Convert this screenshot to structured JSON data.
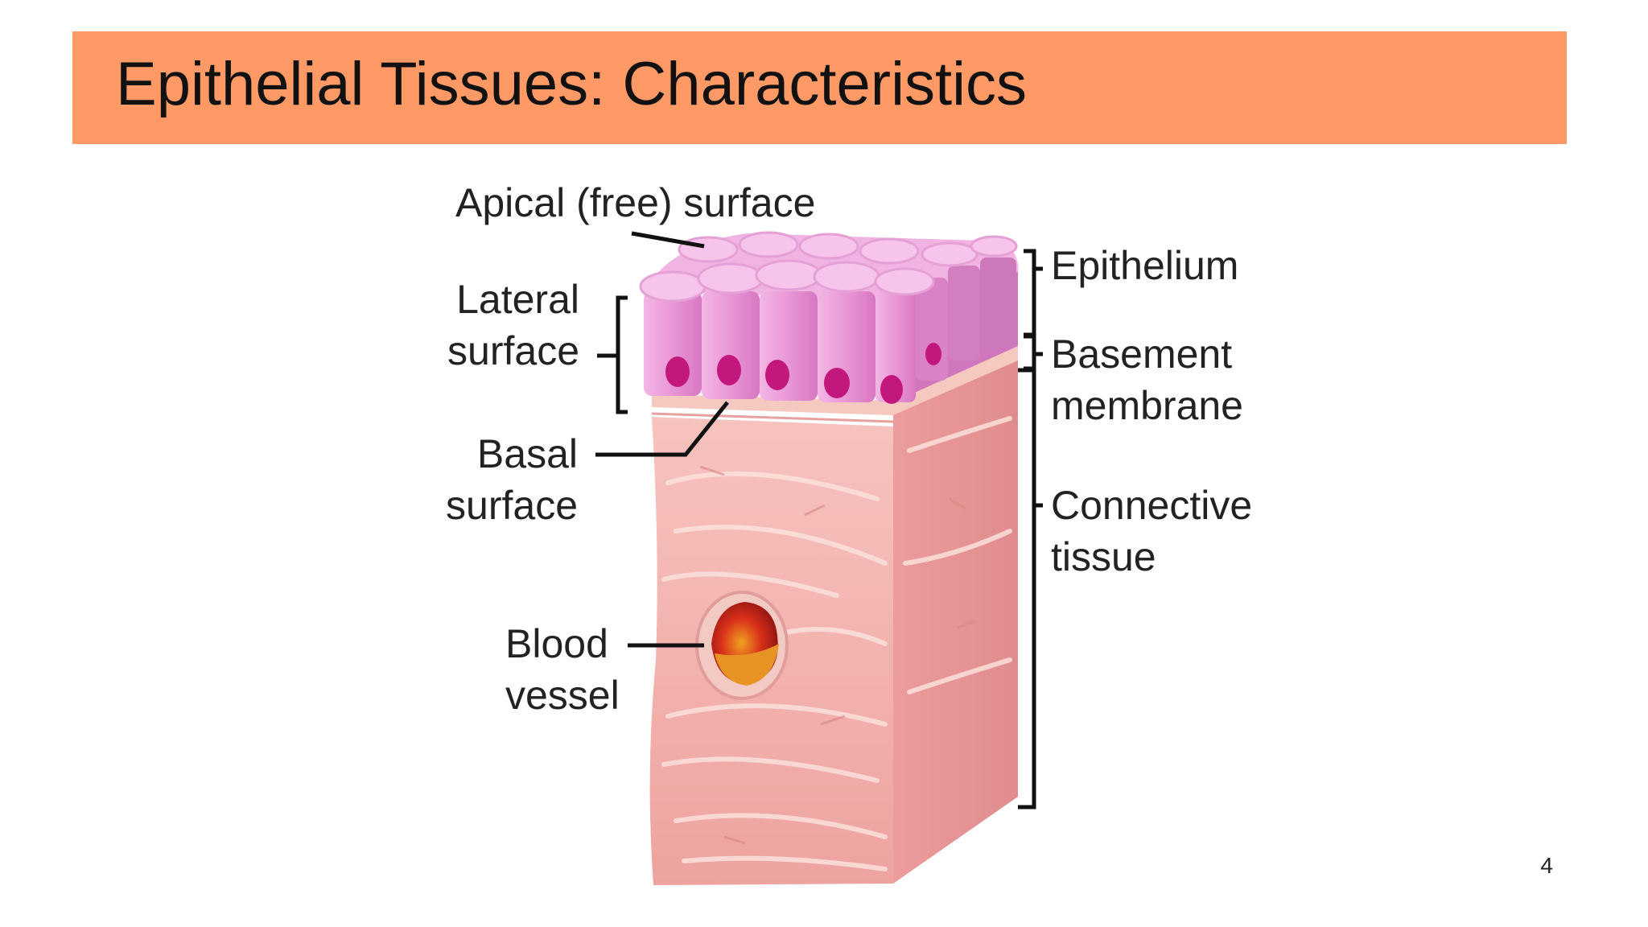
{
  "slide": {
    "title": "Epithelial Tissues: Characteristics",
    "page_number": "4"
  },
  "diagram": {
    "labels": {
      "apical": "Apical (free) surface",
      "lateral_1": "Lateral",
      "lateral_2": "surface",
      "basal_1": "Basal",
      "basal_2": "surface",
      "blood_1": "Blood",
      "blood_2": "vessel",
      "epithelium": "Epithelium",
      "basement_1": "Basement",
      "basement_2": "membrane",
      "connective_1": "Connective",
      "connective_2": "tissue"
    },
    "colors": {
      "header": "#ff9a66",
      "epithelium": "#e58fd0",
      "nucleus": "#c2187e",
      "connective": "#f2b0ae",
      "blood": "#c21c10"
    }
  }
}
